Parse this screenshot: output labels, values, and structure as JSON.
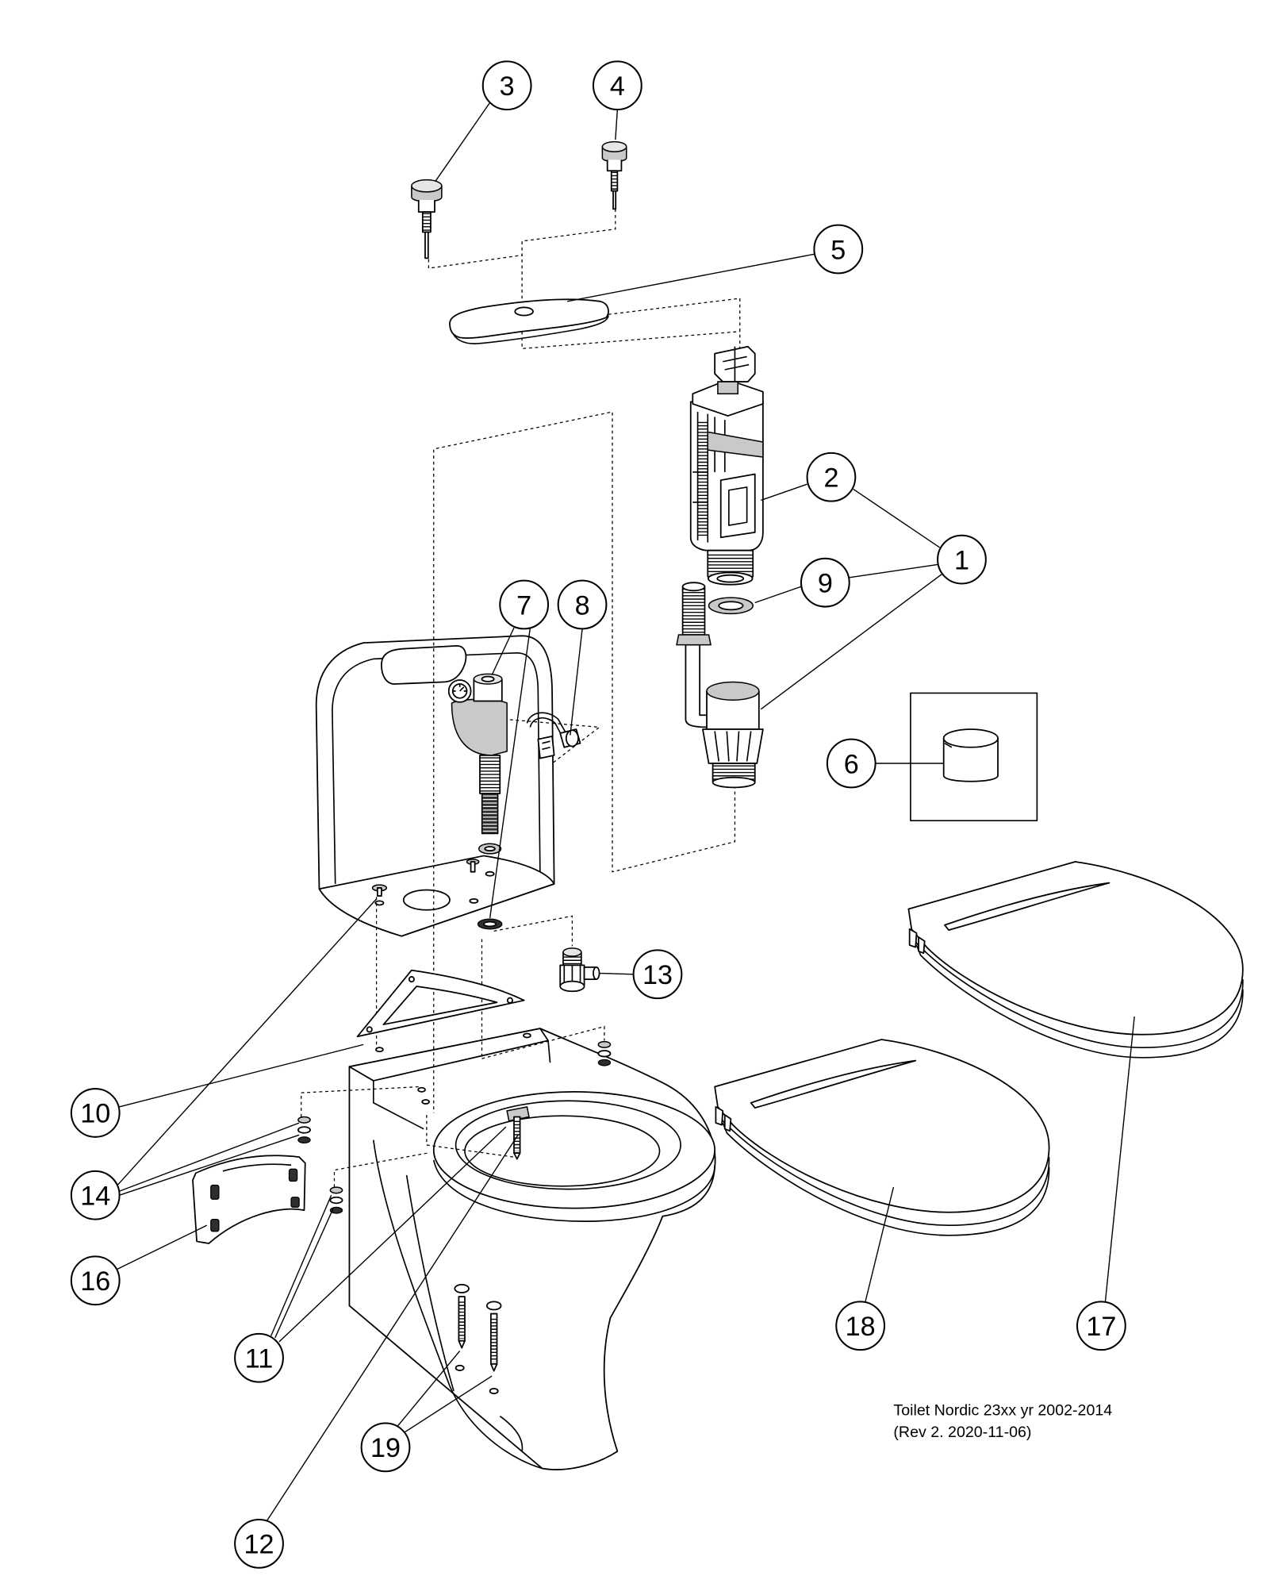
{
  "callouts": [
    "1",
    "2",
    "3",
    "4",
    "5",
    "6",
    "7",
    "8",
    "9",
    "10",
    "11",
    "12",
    "13",
    "14",
    "16",
    "17",
    "18",
    "19"
  ],
  "caption": {
    "title": "Toilet Nordic 23xx yr 2002-2014",
    "revision": "(Rev 2. 2020-11-06)"
  }
}
